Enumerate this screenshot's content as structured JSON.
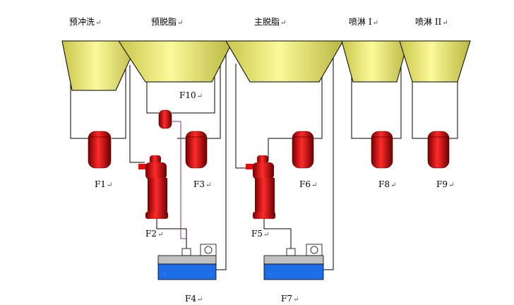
{
  "tanks": {
    "t1": {
      "label": "预冲洗"
    },
    "t2": {
      "label": "预脱脂"
    },
    "t3": {
      "label": "主脱脂"
    },
    "t4": {
      "label": "喷淋 I"
    },
    "t5": {
      "label": "喷淋 II"
    }
  },
  "filters": {
    "f1": "F1",
    "f2": "F2",
    "f3": "F3",
    "f4": "F4",
    "f5": "F5",
    "f6": "F6",
    "f7": "F7",
    "f8": "F8",
    "f9": "F9",
    "f10": "F10"
  },
  "para_mark": "↵",
  "colors": {
    "hopper": "#f4f27a",
    "filter": "#e01010",
    "reservoir_top": "#c0c0c0",
    "reservoir_water": "#1e6ee8",
    "pipe": "#000000",
    "purple_pipe": "#7a3a8a"
  }
}
